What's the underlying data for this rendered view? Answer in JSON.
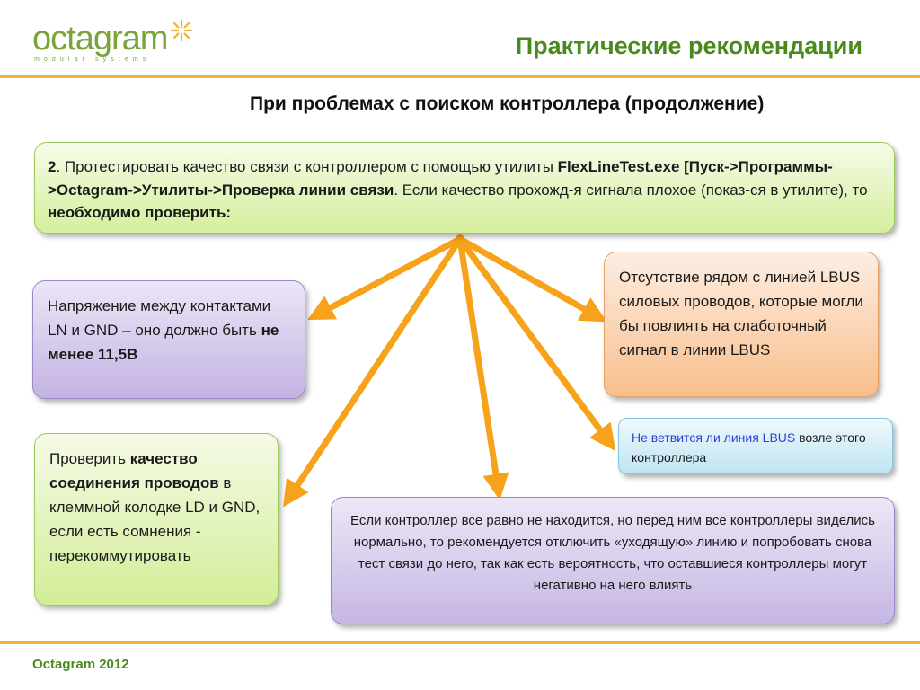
{
  "header": {
    "logo_text": "octagram",
    "logo_subtext": "modular systems",
    "title": "Практические рекомендации"
  },
  "subtitle": "При проблемах с поиском контроллера (продолжение)",
  "top_box": {
    "num": "2",
    "t1": ". Протестировать качество связи с контроллером с помощью утилиты ",
    "b1": "FlexLineTest.exe [Пуск->Программы->Octagram->Утилиты->Проверка линии связи",
    "t2": ". Если качество прохожд-я сигнала плохое (показ-ся в утилите), то ",
    "b2": "необходимо проверить:"
  },
  "voltage_box": {
    "t1": "Напряжение между контактами LN и GND – оно должно быть ",
    "b1": "не менее 11,5В"
  },
  "wires_box": {
    "t1": "Проверить ",
    "b1": "качество соединения проводов",
    "t2": " в клеммной колодке LD и GND, если есть сомнения - перекоммутировать"
  },
  "power_box": {
    "text": "Отсутствие рядом с линией LBUS силовых проводов, которые могли бы повлиять на слаботочный сигнал в линии LBUS"
  },
  "branch_box": {
    "t1": "Не ветвится ли линия LBUS",
    "t2": " возле этого контроллера"
  },
  "bottom_box": {
    "text": "Если контроллер все равно не находится, но перед ним все контроллеры виделись нормально, то рекомендуется отключить «уходящую» линию и попробовать снова тест связи до него, так как есть вероятность, что оставшиеся контроллеры могут негативно на него влиять"
  },
  "footer": {
    "text": "Octagram  2012"
  },
  "colors": {
    "accent_green": "#4a8a1c",
    "arrow_orange": "#f7a21b",
    "rule_orange": "#f2b13a",
    "branch_text_blue": "#2c3fd6"
  }
}
